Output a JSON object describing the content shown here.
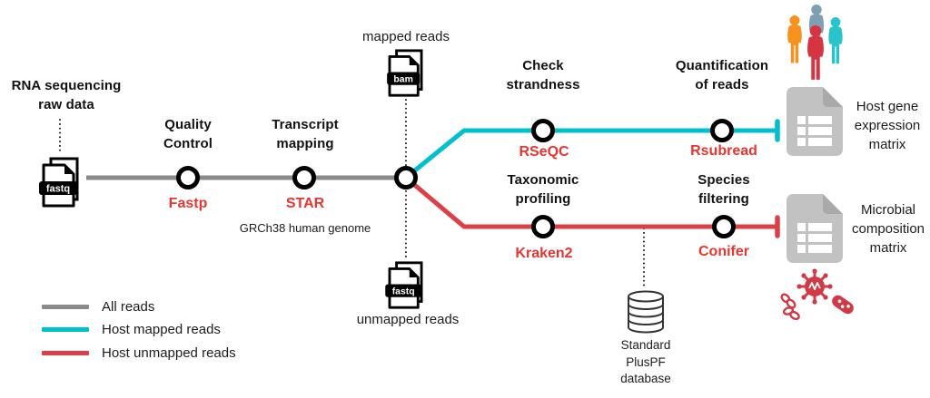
{
  "palette": {
    "all_reads_gray": "#8a8a8a",
    "host_mapped_cyan": "#00c0cb",
    "host_unmapped_red": "#dc4046",
    "tool_text_red": "#e8352f",
    "node_stroke": "#000000",
    "doc_icon_gray": "#c2c2c2",
    "doc_fold_gray": "#a9a9a9",
    "microbe_red": "#cf3a45",
    "people_orange": "#f6921e",
    "people_steel": "#7fa0b2",
    "people_cyan": "#29c3cb",
    "people_red": "#d63440"
  },
  "input": {
    "label": "RNA sequencing\nraw data",
    "file_badge": "fastq"
  },
  "main_steps": [
    {
      "label": "Quality\nControl",
      "tool": "Fastp"
    },
    {
      "label": "Transcript\nmapping",
      "tool": "STAR",
      "annotation": "GRCh38 human genome"
    }
  ],
  "branch": {
    "mapped_label": "mapped reads",
    "mapped_badge": "bam",
    "unmapped_label": "unmapped reads",
    "unmapped_badge": "fastq"
  },
  "host_branch": {
    "steps": [
      {
        "label": "Check\nstrandness",
        "tool": "RSeQC"
      },
      {
        "label": "Quantification\nof reads",
        "tool": "Rsubread"
      }
    ],
    "output": "Host gene\nexpression\nmatrix"
  },
  "microbial_branch": {
    "steps": [
      {
        "label": "Taxonomic\nprofiling",
        "tool": "Kraken2"
      },
      {
        "label": "Species\nfiltering",
        "tool": "Conifer"
      }
    ],
    "output": "Microbial\ncomposition\nmatrix",
    "database_label": "Standard\nPlusPF\ndatabase"
  },
  "legend": {
    "items": [
      {
        "label": "All reads",
        "color": "#8a8a8a"
      },
      {
        "label": "Host mapped reads",
        "color": "#00c0cb"
      },
      {
        "label": "Host unmapped reads",
        "color": "#dc4046"
      }
    ]
  }
}
